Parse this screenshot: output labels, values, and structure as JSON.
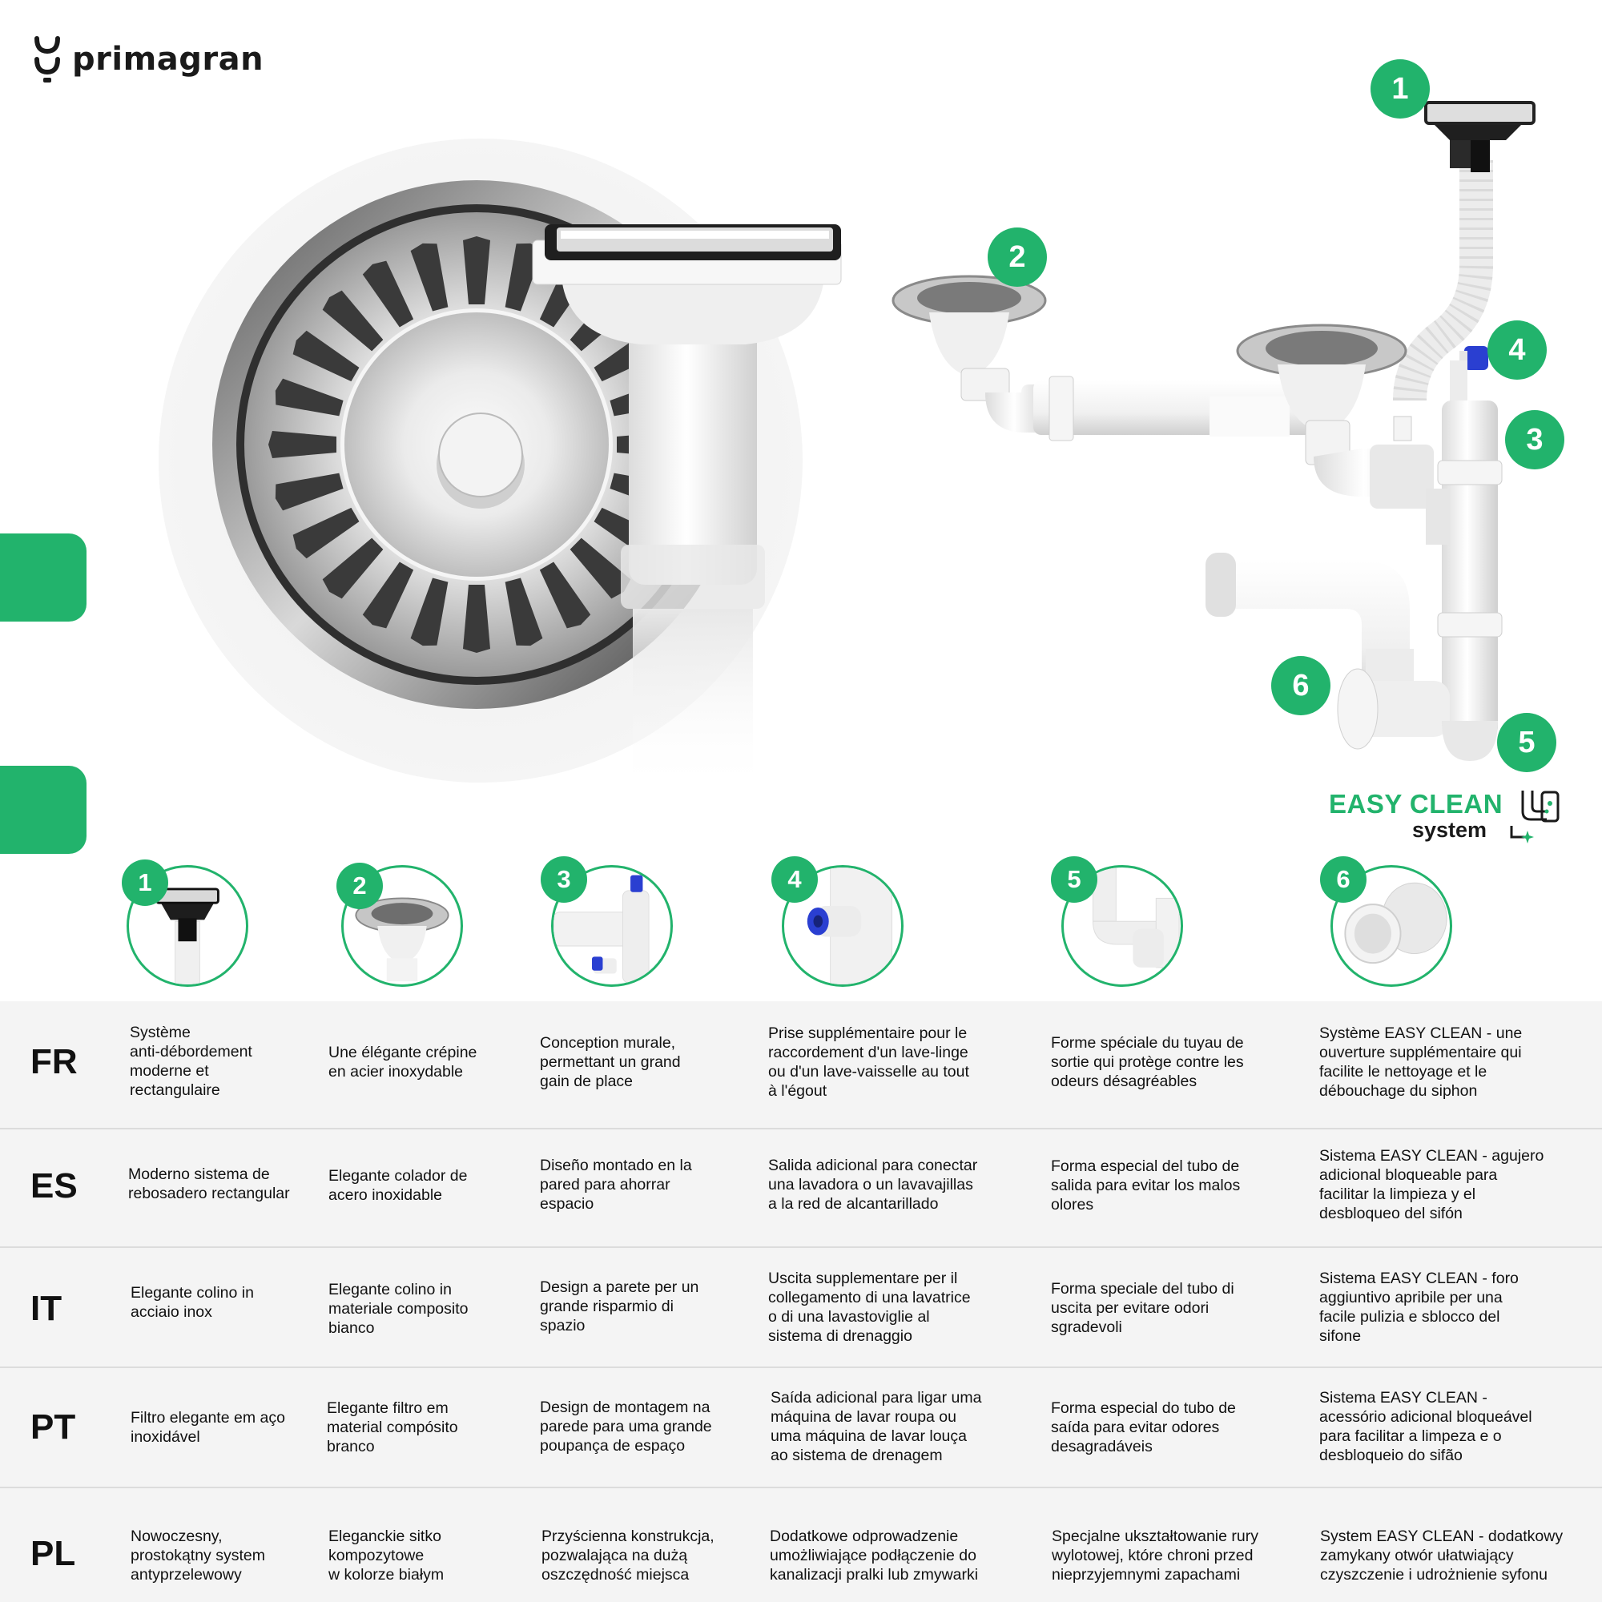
{
  "brand": {
    "name": "primagran"
  },
  "hero": {
    "badges": [
      "1",
      "2",
      "3",
      "4",
      "5",
      "6"
    ],
    "easy_clean": {
      "title": "EASY CLEAN",
      "subtitle": "system"
    }
  },
  "features": {
    "numbers": [
      "1",
      "2",
      "3",
      "4",
      "5",
      "6"
    ]
  },
  "table": {
    "rows": [
      {
        "lang": "FR",
        "cells": [
          "Système\nanti-débordement\nmoderne et\nrectangulaire",
          "Une élégante crépine\nen acier inoxydable",
          "Conception murale,\npermettant un grand\ngain de place",
          "Prise supplémentaire pour le\nraccordement d'un lave-linge\nou d'un lave-vaisselle au tout\nà l'égout",
          "Forme spéciale du tuyau de\nsortie qui protège contre les\nodeurs désagréables",
          "Système EASY CLEAN - une\nouverture supplémentaire qui\nfacilite le nettoyage et le\ndébouchage du siphon"
        ]
      },
      {
        "lang": "ES",
        "cells": [
          "Moderno sistema de\nrebosadero rectangular",
          "Elegante colador de\nacero inoxidable",
          "Diseño montado en la\npared para ahorrar\nespacio",
          "Salida adicional para conectar\nuna lavadora o un lavavajillas\na la red de alcantarillado",
          "Forma especial del tubo de\nsalida para evitar los malos\nolores",
          "Sistema EASY CLEAN - agujero\nadicional bloqueable para\nfacilitar la limpieza y el\ndesbloqueo del sifón"
        ]
      },
      {
        "lang": "IT",
        "cells": [
          "Elegante colino in\nacciaio inox",
          "Elegante colino in\nmateriale composito\nbianco",
          "Design a parete per un\ngrande risparmio di\nspazio",
          "Uscita supplementare per il\ncollegamento di una lavatrice\no di una lavastoviglie al\nsistema di drenaggio",
          "Forma speciale del tubo di\nuscita per evitare odori\nsgradevoli",
          "Sistema EASY CLEAN - foro\naggiuntivo apribile per una\nfacile pulizia e sblocco del\nsifone"
        ]
      },
      {
        "lang": "PT",
        "cells": [
          "Filtro elegante em aço\ninoxidável",
          "Elegante filtro em\nmaterial compósito\nbranco",
          "Design de montagem na\nparede para uma grande\npoupança de espaço",
          "Saída adicional para ligar uma\nmáquina de lavar roupa ou\numa máquina de lavar louça\nao sistema de drenagem",
          "Forma especial do tubo de\nsaída para evitar odores\ndesagradáveis",
          "Sistema EASY CLEAN -\nacessório adicional bloqueável\npara facilitar a limpeza e o\ndesbloqueio do sifão"
        ]
      },
      {
        "lang": "PL",
        "cells": [
          "Nowoczesny,\nprostokątny system\nantyprzelewowy",
          "Eleganckie sitko\nkompozytowe\nw kolorze białym",
          "Przyścienna konstrukcja,\npozwalająca na dużą\noszczędność miejsca",
          "Dodatkowe odprowadzenie\numożliwiające podłączenie do\nkanalizacji pralki lub zmywarki",
          "Specjalne ukształtowanie rury\nwylotowej, które chroni przed\nnieprzyjemnymi zapachami",
          "System EASY CLEAN - dodatkowy\nzamykany otwór ułatwiający\nczyszczenie i udrożnienie syfonu"
        ]
      }
    ]
  }
}
